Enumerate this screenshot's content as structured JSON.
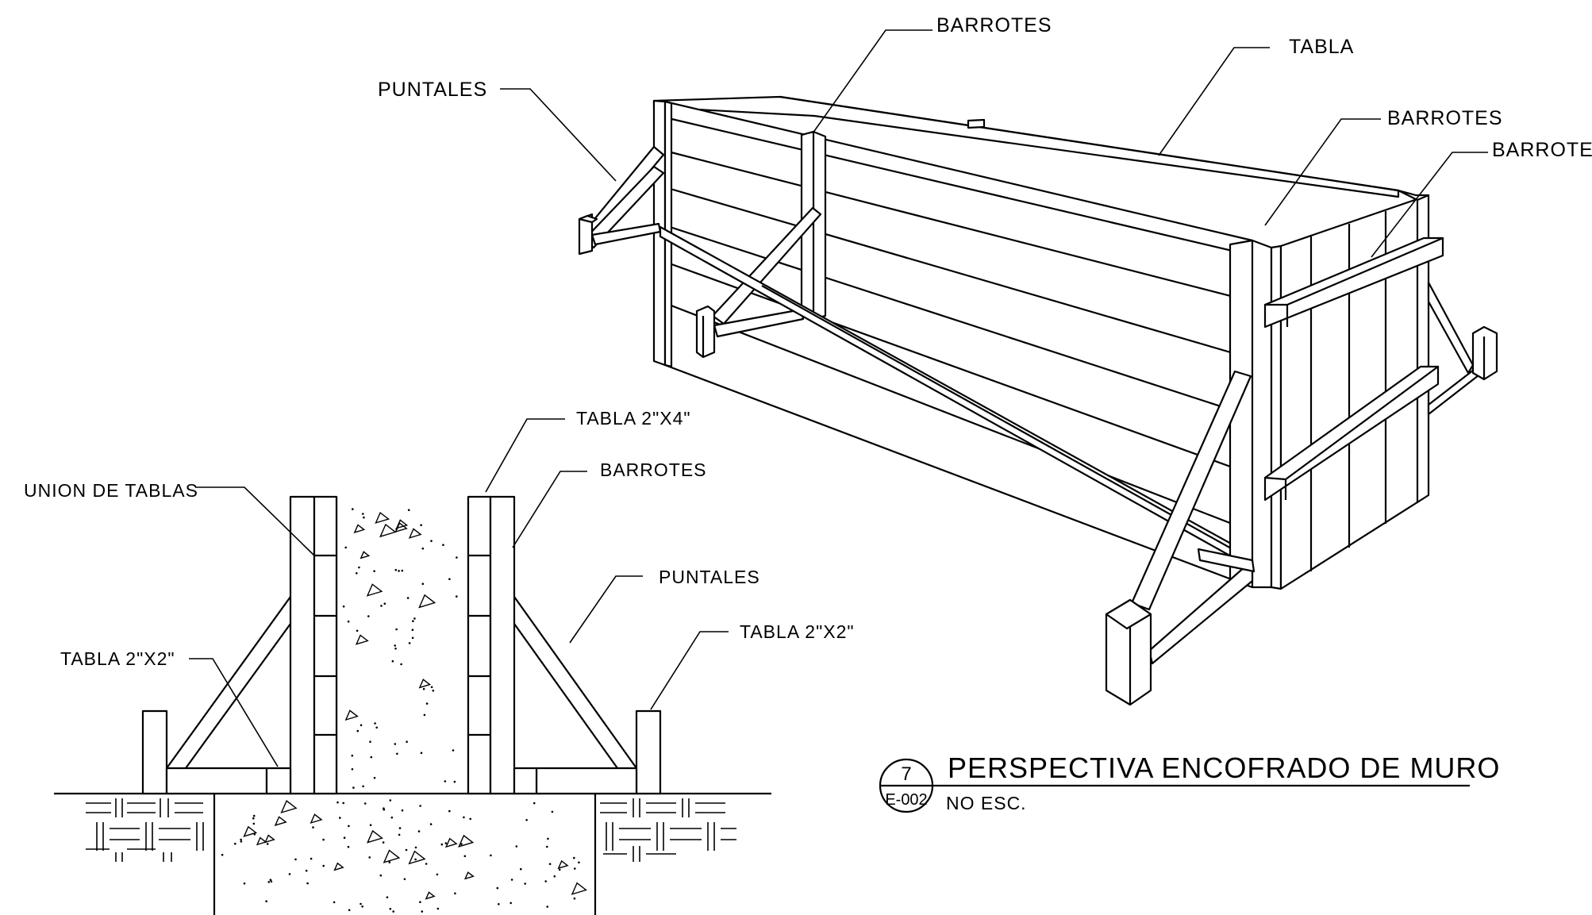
{
  "perspective_labels": {
    "puntales": "PUNTALES",
    "barrotes_top": "BARROTES",
    "tabla": "TABLA",
    "barrotes_right": "BARROTES",
    "barrotes_edge": "BARROTES"
  },
  "section_labels": {
    "tabla_2x4": "TABLA 2\"X4\"",
    "barrotes": "BARROTES",
    "union_de_tablas": "UNION DE TABLAS",
    "puntales": "PUNTALES",
    "tabla_2x2_left": "TABLA 2\"X2\"",
    "tabla_2x2_right": "TABLA 2\"X2\""
  },
  "title_block": {
    "detail_number": "7",
    "sheet": "E-002",
    "title": "PERSPECTIVA ENCOFRADO DE MURO",
    "scale": "NO ESC."
  }
}
